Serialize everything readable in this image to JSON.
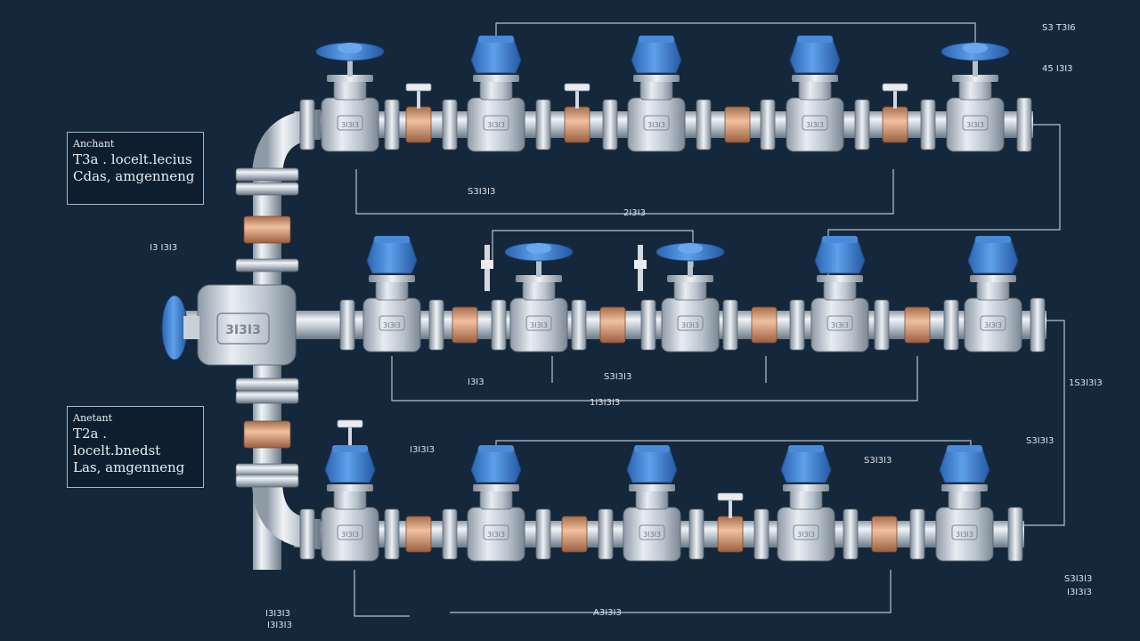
{
  "legend_top": {
    "title": "Anchant",
    "line1": "T3a . locelt.lecius",
    "line2": "Cdas, amgenneng"
  },
  "legend_bottom": {
    "title": "Anetant",
    "line1": "T2a . locelt.bnedst",
    "line2": "Las, amgenneng"
  },
  "labels": {
    "tr1": "S3 T3I6",
    "tr2": "45 I3I3",
    "top_dim1": "S3I3I3",
    "top_dim2": "2I3I3",
    "left_mid": "I3 I3I3",
    "mid_a": "I3I3",
    "mid_b": "S3I3I3",
    "mid_c": "1I3I3I3",
    "right_mid1": "1S3I3I3",
    "right_mid2": "S3I3I3",
    "right_mid3": "S3I3I3",
    "bot_mid": "I3I3I3",
    "bot_dim": "A3I3I3",
    "br1": "S3I3I3",
    "br2": "I3I3I3",
    "bl1": "I3I3I3",
    "bl2": "I3I3I3"
  },
  "valve_stamp": "3I3I3",
  "colors": {
    "background": "#15273a",
    "handle": "#3d7fd4",
    "pipe": "#c6ced6",
    "coupling": "#d59a72",
    "line": "#b8c4d0"
  }
}
